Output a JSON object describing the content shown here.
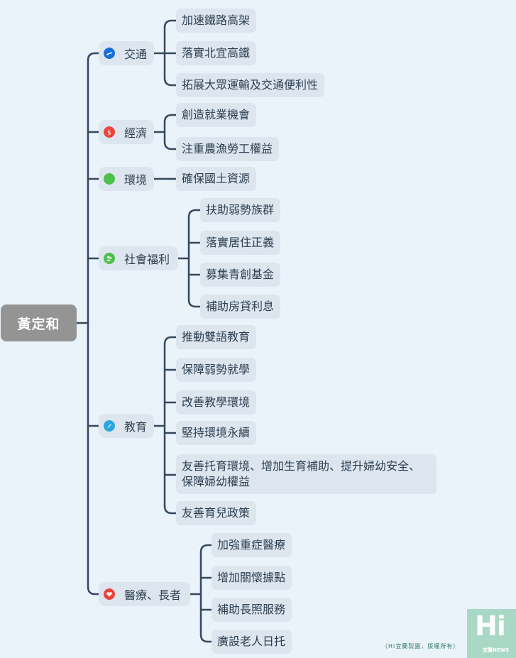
{
  "root": {
    "label": "黃定和"
  },
  "categories": [
    {
      "label": "交通",
      "icon": "airplane-icon",
      "icon_color": "#1b6fd6",
      "items": [
        "加速鐵路高架",
        "落實北宜高鐵",
        "拓展大眾運輸及交通便利性"
      ]
    },
    {
      "label": "經濟",
      "icon": "dollar-icon",
      "icon_color": "#e8453c",
      "items": [
        "創造就業機會",
        "注重農漁勞工權益"
      ]
    },
    {
      "label": "環境",
      "icon": "globe-icon",
      "icon_color": "#4cc04a",
      "items": [
        "確保國土資源"
      ]
    },
    {
      "label": "社會福利",
      "icon": "people-icon",
      "icon_color": "#4cc04a",
      "items": [
        "扶助弱勢族群",
        "落實居住正義",
        "募集青創基金",
        "補助房貸利息"
      ]
    },
    {
      "label": "教育",
      "icon": "pencil-icon",
      "icon_color": "#2aa6e0",
      "items": [
        "推動雙語教育",
        "保障弱勢就學",
        "改善教學環境",
        "堅持環境永續",
        "友善托育環境、增加生育補助、提升婦幼安全、保障婦幼權益",
        "友善育兒政策"
      ]
    },
    {
      "label": "醫療、長者",
      "icon": "heart-icon",
      "icon_color": "#e8453c",
      "items": [
        "加強重症醫療",
        "增加關懷據點",
        "補助長照服務",
        "廣設老人日托"
      ]
    }
  ],
  "logo": {
    "text": "Hi",
    "subtext": "宜蘭NEWS"
  },
  "credit": "（Hi宜蘭製圖，版權所有）"
}
